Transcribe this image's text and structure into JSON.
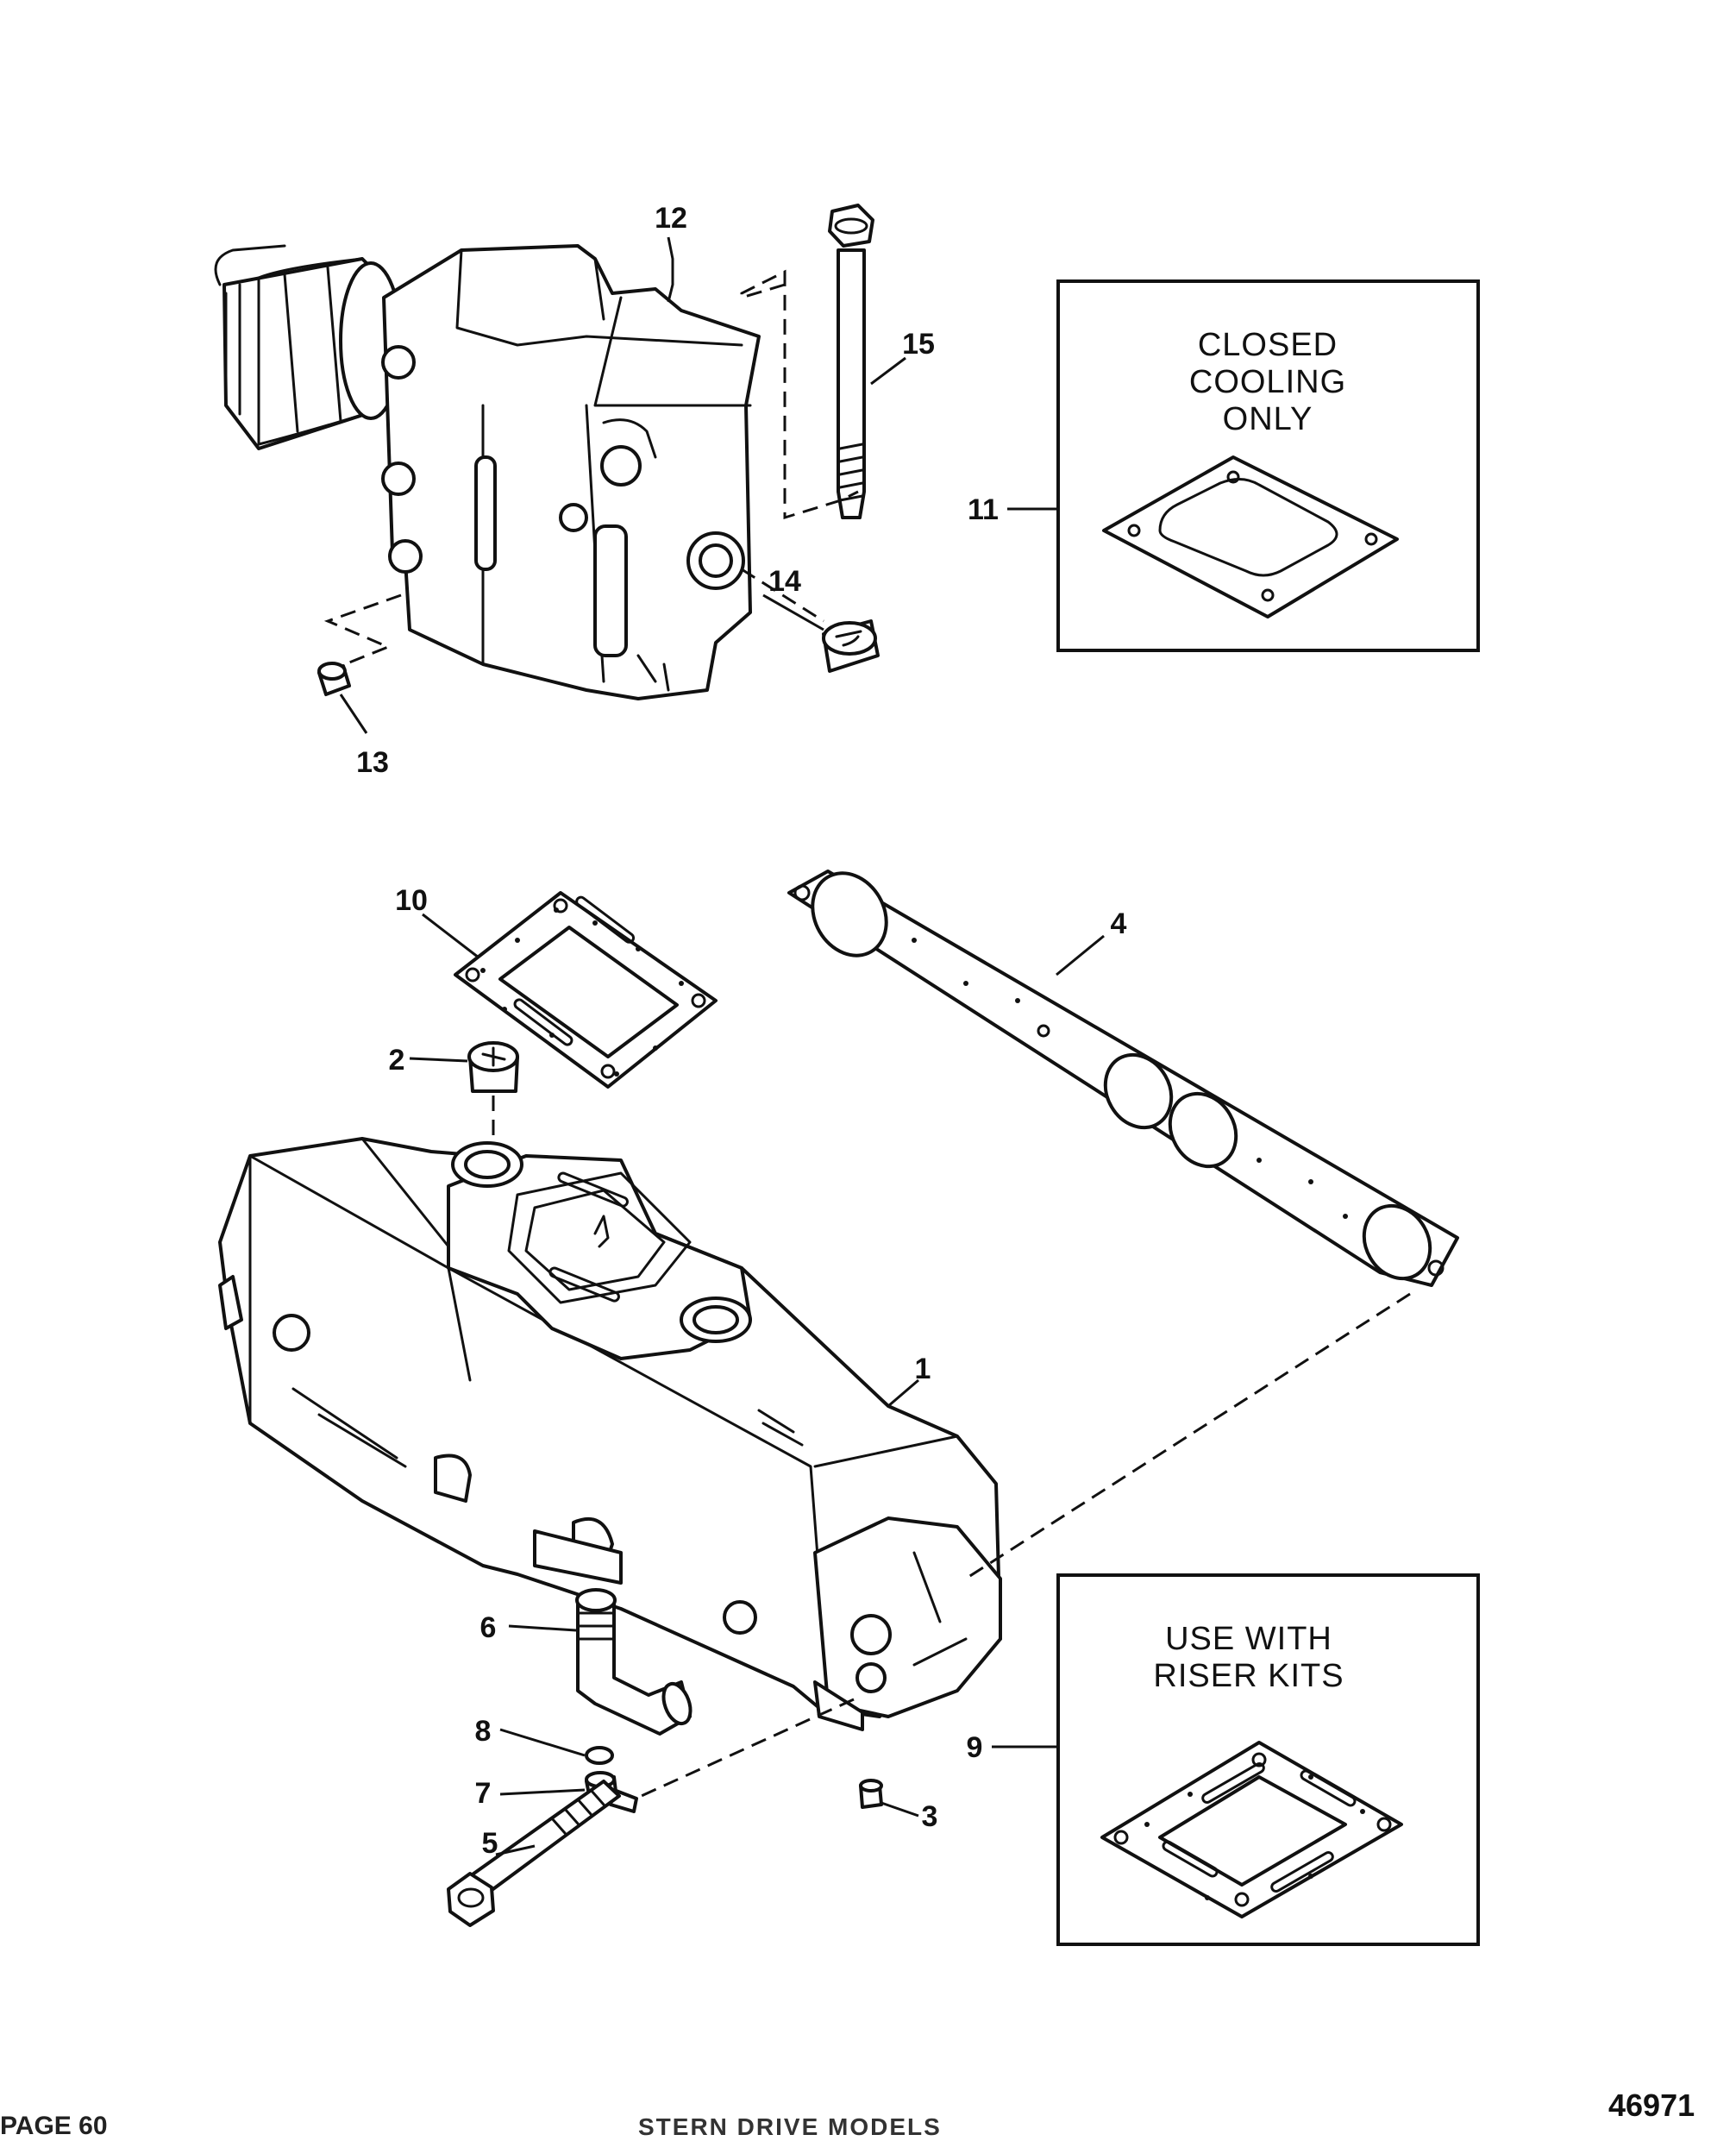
{
  "callouts": {
    "c1": "1",
    "c2": "2",
    "c3": "3",
    "c4": "4",
    "c5": "5",
    "c6": "6",
    "c7": "7",
    "c8": "8",
    "c9": "9",
    "c10": "10",
    "c11": "11",
    "c12": "12",
    "c13": "13",
    "c14": "14",
    "c15": "15"
  },
  "box_closed": {
    "line1": "CLOSED",
    "line2": "COOLING",
    "line3": "ONLY"
  },
  "box_riser": {
    "line1": "USE WITH",
    "line2": "RISER KITS"
  },
  "footer": {
    "figure_number": "46971",
    "page_label": "PAGE 60",
    "section_title": "STERN DRIVE MODELS"
  }
}
